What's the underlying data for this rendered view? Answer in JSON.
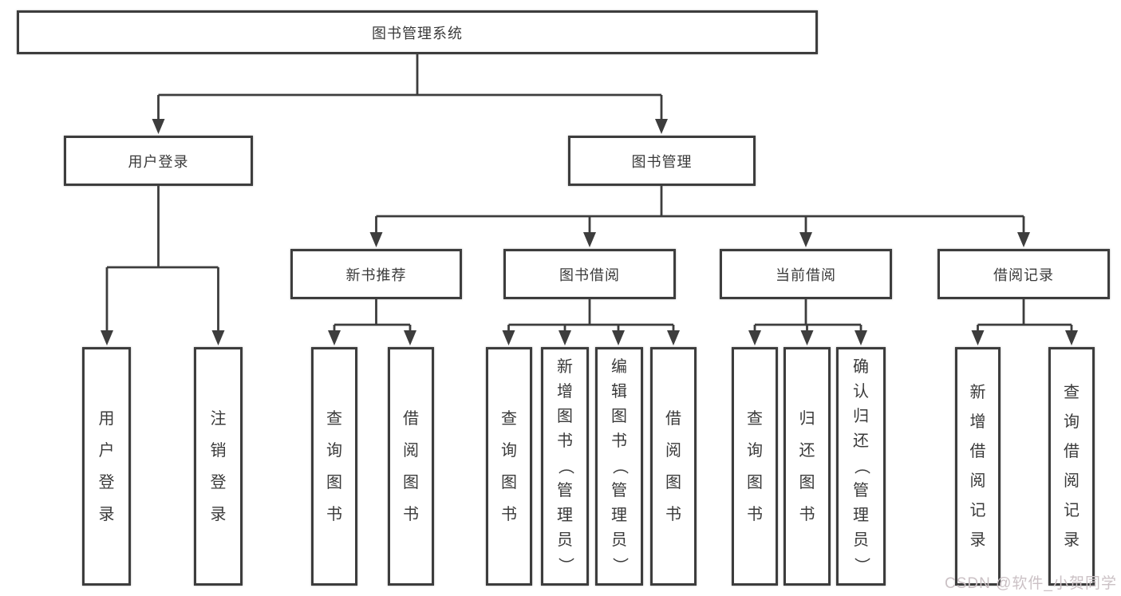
{
  "nodes": {
    "root": "图书管理系统",
    "user_login": "用户登录",
    "book_mgmt": "图书管理",
    "new_book_rec": "新书推荐",
    "book_borrow": "图书借阅",
    "current_borrow": "当前借阅",
    "borrow_records": "借阅记录",
    "leaf_user_login": "用户登录",
    "leaf_logout": "注销登录",
    "rec_query_books": "查询图书",
    "rec_borrow_books": "借阅图书",
    "bb_query_books": "查询图书",
    "bb_add_books": "新增图书（管理员）",
    "bb_edit_books": "编辑图书（管理员）",
    "bb_borrow_books": "借阅图书",
    "cb_query_books": "查询图书",
    "cb_return_books": "归还图书",
    "cb_confirm_return": "确认归还（管理员）",
    "br_add_record": "新增借阅记录",
    "br_query_record": "查询借阅记录"
  },
  "watermark": "CSDN @软件_小贺同学",
  "colors": {
    "line": "#3d3d3d",
    "text": "#3a3a3a",
    "watermark": "#cbc1c5",
    "background": "#ffffff"
  },
  "diagram_type": "hierarchy-chart"
}
